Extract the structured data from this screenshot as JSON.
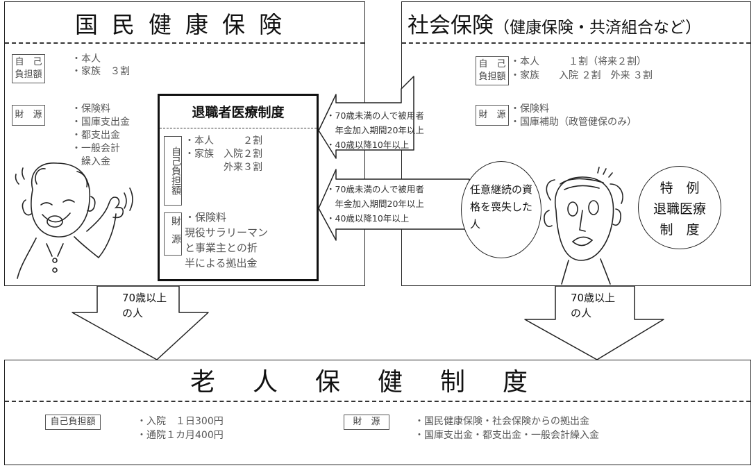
{
  "kokumin": {
    "title": "国民健康保険",
    "self_label": [
      "自　己",
      "負担額"
    ],
    "self_lines": [
      "・本人",
      "・家族　３割"
    ],
    "fund_label": "財　源",
    "fund_lines": [
      "・保険料",
      "・国庫支出金",
      "・都支出金",
      "・一般会計",
      "　繰入金"
    ]
  },
  "taishoku": {
    "title": "退職者医療制度",
    "self_label": "自己負担額",
    "self_lines": [
      "・本人　　　２割",
      "・家族　入院２割",
      "　　　　外来３割"
    ],
    "fund_label": "財源",
    "fund_lines": [
      "・保険料",
      "現役サラリーマン",
      "と事業主との折",
      "半による拠出金"
    ]
  },
  "arrows": {
    "upper": [
      "・70歳未満の人で被用者",
      "　年金加入期間20年以上",
      "・40歳以降10年以上"
    ],
    "lower": [
      "・70歳未満の人で被用者",
      "　年金加入期間20年以上",
      "・40歳以降10年以上"
    ]
  },
  "shakai": {
    "title": "社会保険",
    "title_sub": "（健康保険・共済組合など）",
    "self_label": [
      "自　己",
      "負担額"
    ],
    "self_lines": [
      "・本人　　　１割（将来２割）",
      "・家族　　入院 ２割　外来 ３割"
    ],
    "fund_label": "財　源",
    "fund_lines": [
      "・保険料",
      "・国庫補助（政管健保のみ）"
    ]
  },
  "bubble": {
    "lines": [
      "任意継続の資",
      "格を喪失した",
      "人"
    ]
  },
  "tokurei": {
    "lines": [
      "特　例",
      "退職医療",
      "制　度"
    ]
  },
  "over70": {
    "left": [
      "70歳以上",
      "の人"
    ],
    "right": [
      "70歳以上",
      "の人"
    ]
  },
  "rojin": {
    "title": "老人保健制度",
    "self_label": "自己負担額",
    "self_lines": [
      "・入院　１日300円",
      "・通院１カ月400円"
    ],
    "fund_label": "財　源",
    "fund_lines": [
      "・国民健康保険・社会保険からの拠出金",
      "・国庫支出金・都支出金・一般会計繰入金"
    ]
  }
}
